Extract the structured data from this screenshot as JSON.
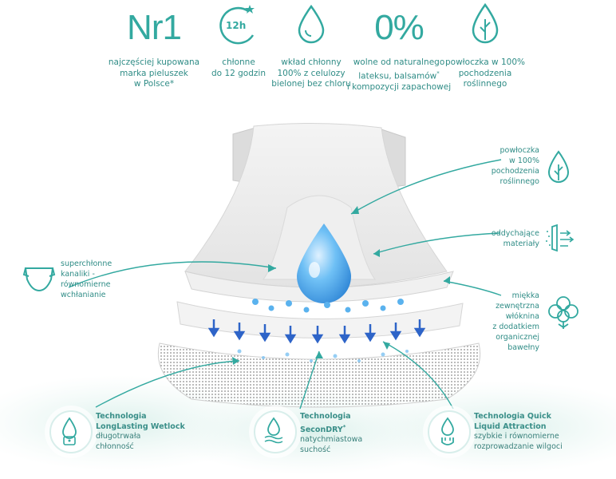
{
  "features": [
    {
      "icon": "nr1-icon",
      "big": "Nr1",
      "lines": [
        "najczęściej kupowana",
        "marka pieluszek",
        "w Polsce*"
      ]
    },
    {
      "icon": "clock-moon-12h-icon",
      "badge": "12h",
      "lines": [
        "chłonne",
        "do 12 godzin"
      ]
    },
    {
      "icon": "water-drop-icon",
      "lines": [
        "wkład chłonny",
        "100% z celulozy",
        "bielonej bez chloru"
      ]
    },
    {
      "icon": "zero-percent-icon",
      "big": "0%",
      "lines": [
        "wolne od naturalnego",
        "lateksu, balsamów",
        "i kompozycji zapachowej"
      ]
    },
    {
      "icon": "leaf-drop-icon",
      "lines": [
        "powłoczka w 100%",
        "pochodzenia",
        "roślinnego"
      ]
    }
  ],
  "callouts": {
    "left": [
      "superchłonne",
      "kanaliki -",
      "równomierne",
      "wchłanianie"
    ],
    "right1": [
      "powłoczka",
      "w 100%",
      "pochodzenia",
      "roślinnego"
    ],
    "right2": [
      "oddychające",
      "materiały"
    ],
    "right3": [
      "miękka",
      "zewnętrzna",
      "włóknina",
      "z dodatkiem",
      "organicznej",
      "bawełny"
    ]
  },
  "technologies": [
    {
      "t1": "Technologia",
      "t2": "LongLasting Wetlock",
      "d": [
        "długotrwała",
        "chłonność"
      ]
    },
    {
      "t1": "Technologia",
      "t2": "SeconDRY",
      "d": [
        "natychmiastowa",
        "suchość"
      ]
    },
    {
      "t1": "Technologia Quick",
      "t2": "Liquid Attraction",
      "d": [
        "szybkie i równomierne",
        "rozprowadzanie wilgoci"
      ]
    }
  ],
  "colors": {
    "teal": "#2f8c86",
    "accent": "#33a9a0",
    "drop": "#4aa8e6"
  }
}
